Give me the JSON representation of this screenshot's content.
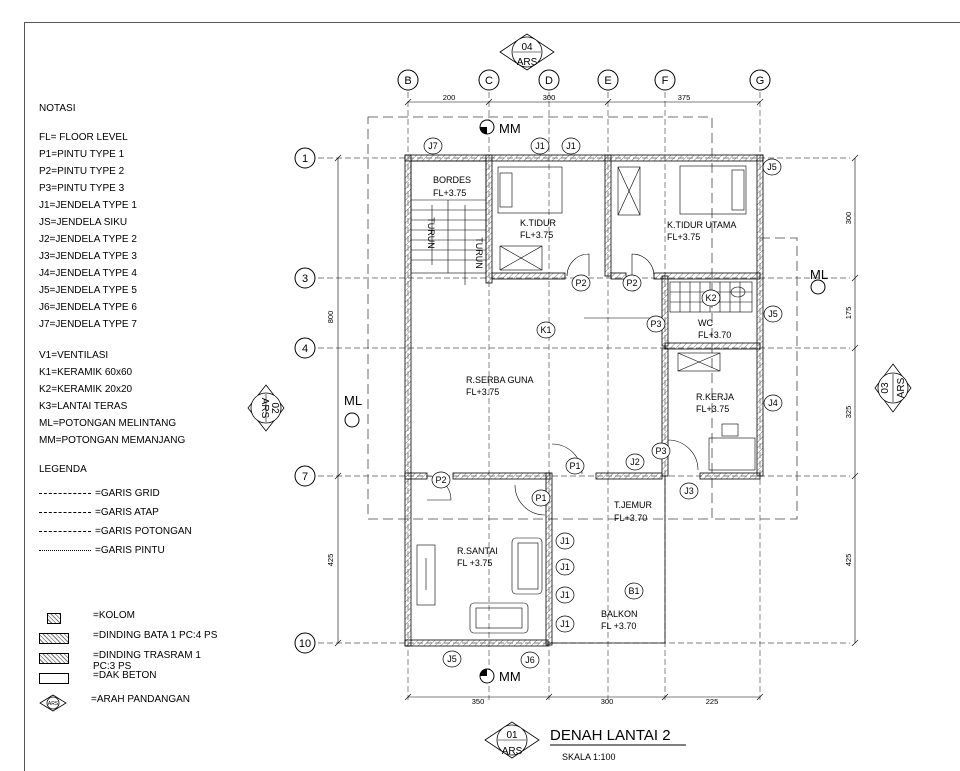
{
  "notation": {
    "heading": "NOTASI",
    "items": [
      "FL= FLOOR LEVEL",
      "P1=PINTU TYPE 1",
      "P2=PINTU TYPE 2",
      "P3=PINTU TYPE 3",
      "J1=JENDELA TYPE 1",
      "JS=JENDELA SIKU",
      "J2=JENDELA TYPE 2",
      "J3=JENDELA TYPE 3",
      "J4=JENDELA TYPE 4",
      "J5=JENDELA TYPE 5",
      "J6=JENDELA TYPE 6",
      "J7=JENDELA TYPE 7"
    ],
    "items2": [
      "V1=VENTILASI",
      "K1=KERAMIK 60x60",
      "K2=KERAMIK 20x20",
      "K3=LANTAI TERAS",
      "ML=POTONGAN MELINTANG",
      "MM=POTONGAN MEMANJANG"
    ]
  },
  "legend": {
    "heading": "LEGENDA",
    "lines": [
      "=GARIS GRID",
      "=GARIS ATAP",
      "=GARIS POTONGAN",
      "=GARIS PINTU"
    ],
    "hatches": [
      "=KOLOM",
      "=DINDING BATA 1 PC:4 PS",
      "=DINDING TRASRAM 1 PC:3 PS",
      "=DAK BETON",
      "=ARAH PANDANGAN"
    ],
    "arah_symbol": "ARS"
  },
  "grid": {
    "columns": [
      "B",
      "C",
      "D",
      "E",
      "F",
      "G"
    ],
    "rows": [
      "1",
      "3",
      "4",
      "7",
      "10"
    ],
    "top_dims": [
      "200",
      "300",
      "375"
    ],
    "bottom_dims": [
      "350",
      "300",
      "225"
    ],
    "left_dims": [
      "800",
      "425"
    ],
    "right_dims": [
      "300",
      "175",
      "325",
      "425"
    ]
  },
  "views": {
    "top": {
      "num": "04",
      "code": "ARS"
    },
    "bottom": {
      "num": "01",
      "code": "ARS"
    },
    "left": {
      "num": "02",
      "code": "ARS"
    },
    "right": {
      "num": "03",
      "code": "ARS"
    }
  },
  "sections": {
    "mm": "MM",
    "ml": "ML"
  },
  "rooms": [
    {
      "name": "BORDES",
      "level": "FL+3.75"
    },
    {
      "name": "K.TIDUR",
      "level": "FL+3.75"
    },
    {
      "name": "K.TIDUR UTAMA",
      "level": "FL+3.75"
    },
    {
      "name": "WC",
      "level": "FL+3.70"
    },
    {
      "name": "R.SERBA GUNA",
      "level": "FL+3.75"
    },
    {
      "name": "R.KERJA",
      "level": "FL+3.75"
    },
    {
      "name": "T.JEMUR",
      "level": "FL+3.70"
    },
    {
      "name": "R.SANTAI",
      "level": "FL +3.75"
    },
    {
      "name": "BALKON",
      "level": "FL +3.70"
    }
  ],
  "stairs": [
    "TURUN",
    "TURUN"
  ],
  "tags": {
    "J7": "J7",
    "J1": "J1",
    "J5": "J5",
    "J2": "J2",
    "J3": "J3",
    "J4": "J4",
    "J6": "J6",
    "P1": "P1",
    "P2": "P2",
    "P3": "P3",
    "K1": "K1",
    "K2": "K2",
    "B1": "B1"
  },
  "title": {
    "main": "DENAH LANTAI 2",
    "scale": "SKALA 1:100"
  },
  "colors": {
    "line": "#000000",
    "grid": "#555555",
    "hatch": "#777777"
  }
}
